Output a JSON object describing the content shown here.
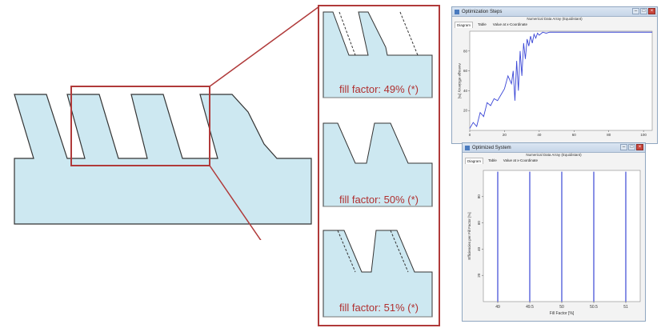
{
  "zoom_panels": [
    {
      "label": "fill factor: 49% (*)"
    },
    {
      "label": "fill factor: 50% (*)"
    },
    {
      "label": "fill factor: 51% (*)"
    }
  ],
  "colors": {
    "structure": "#cde8f1",
    "outline": "#333333",
    "highlight": "#b03a3a",
    "curve": "#3a46d6"
  },
  "window_top": {
    "title": "Optimization Steps",
    "icon": "app-icon",
    "tabs": [
      "Diagram",
      "Table",
      "Value at x-Coordinate"
    ],
    "plot_title": "Numerical Data Array (Equidistant)",
    "ylabel": "Average efficiency [%]",
    "x_ticks": [
      "0",
      "20",
      "40",
      "60",
      "80",
      "100"
    ],
    "y_ticks": [
      "20",
      "40",
      "60",
      "80"
    ]
  },
  "window_bottom": {
    "title": "Optimized System",
    "icon": "app-icon",
    "tabs": [
      "Diagram",
      "Table",
      "Value at x-Coordinate"
    ],
    "plot_title": "Numerical Data Array (Equidistant)",
    "ylabel": "Efficiencies per Fill Factor [%]",
    "xlabel": "Fill Factor [%]",
    "x_ticks": [
      "49",
      "49.5",
      "50",
      "50.5",
      "51"
    ],
    "y_ticks": [
      "20",
      "40",
      "60",
      "80"
    ]
  },
  "chart_data": [
    {
      "type": "line",
      "title": "Numerical Data Array (Equidistant)",
      "xlabel": "",
      "ylabel": "Average efficiency [%]",
      "xlim": [
        0,
        105
      ],
      "ylim": [
        0,
        100
      ],
      "series": [
        {
          "x": [
            0,
            2,
            4,
            6,
            8,
            10,
            12,
            14,
            16,
            18,
            20,
            22,
            24,
            25,
            26,
            27,
            28,
            29,
            30,
            31,
            32,
            33,
            34,
            35,
            36,
            37,
            38,
            39,
            40,
            42,
            44,
            46,
            50,
            60,
            70,
            80,
            90,
            100,
            105
          ],
          "y": [
            2,
            8,
            4,
            18,
            14,
            28,
            25,
            32,
            30,
            36,
            42,
            55,
            47,
            60,
            30,
            70,
            40,
            80,
            55,
            88,
            72,
            92,
            85,
            95,
            88,
            97,
            93,
            98,
            96,
            99,
            98,
            99,
            99,
            99,
            99,
            99,
            99,
            99,
            99
          ]
        }
      ]
    },
    {
      "type": "bar",
      "title": "Numerical Data Array (Equidistant)",
      "xlabel": "Fill Factor [%]",
      "ylabel": "Efficiencies per Fill Factor [%]",
      "categories": [
        "49",
        "49.5",
        "50",
        "50.5",
        "51"
      ],
      "values": [
        99,
        99,
        99,
        99,
        99
      ],
      "ylim": [
        0,
        100
      ]
    }
  ]
}
